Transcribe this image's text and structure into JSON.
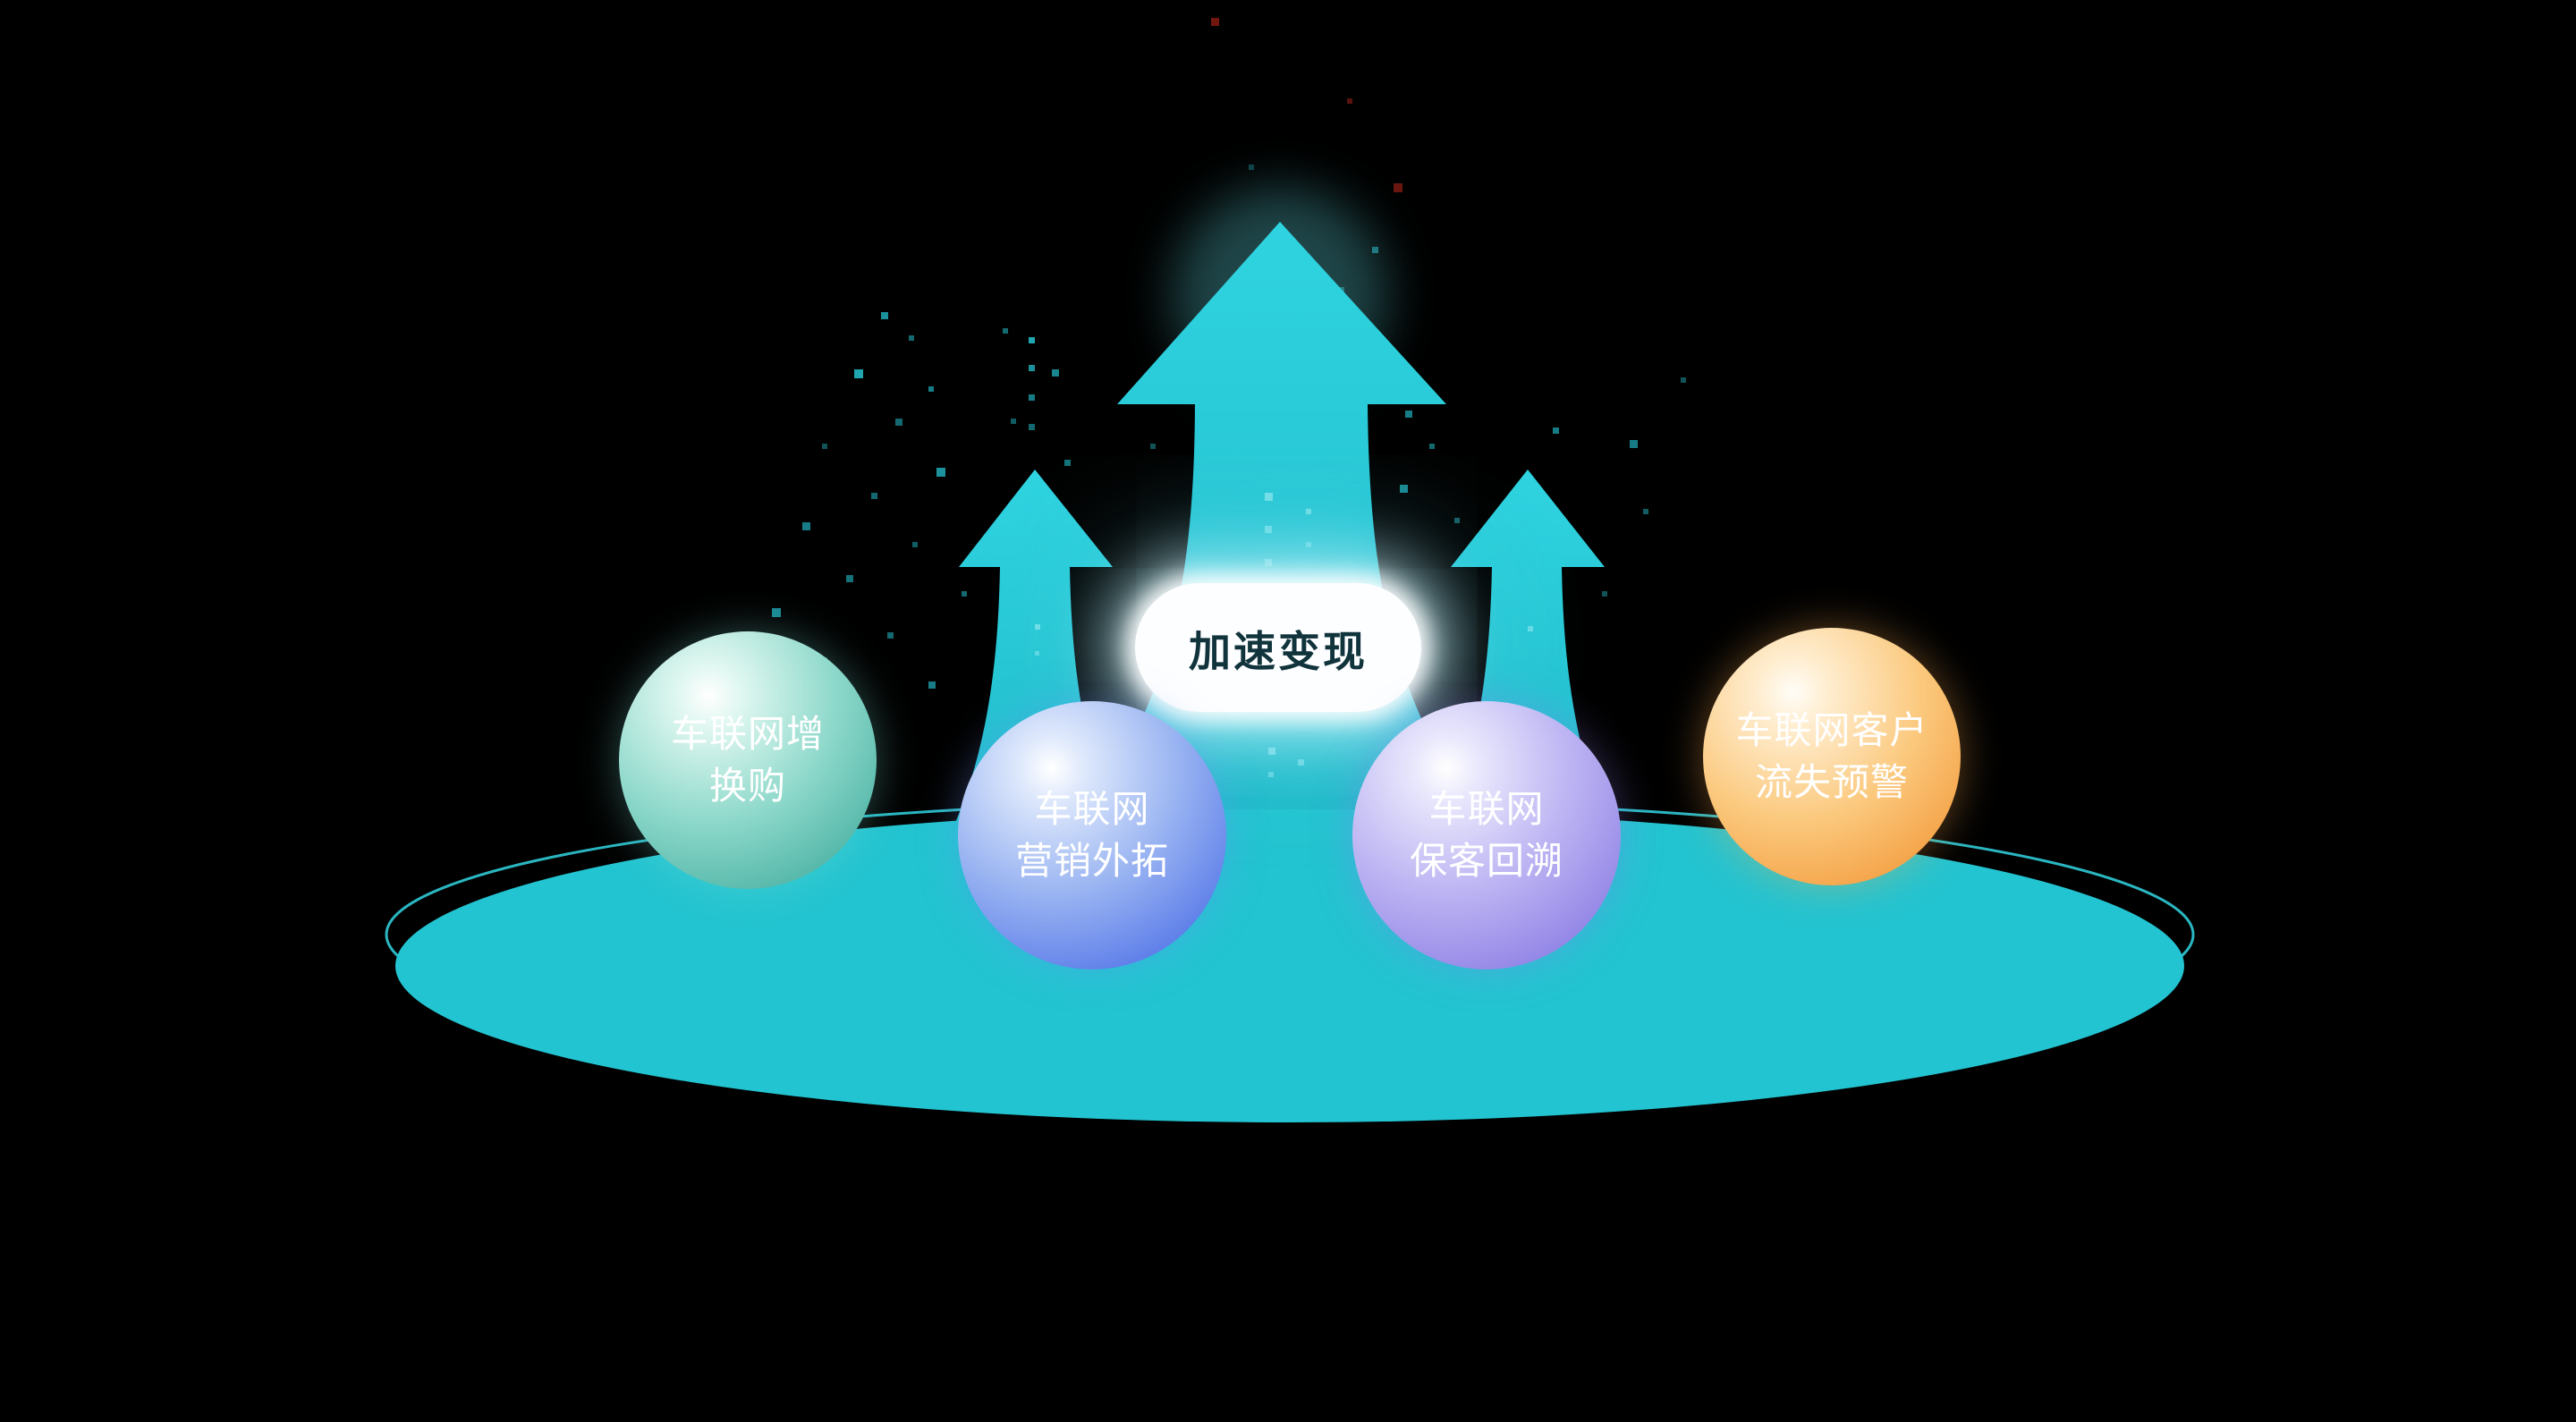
{
  "diagram": {
    "center_label": "加速变现",
    "spheres": [
      {
        "line1": "车联网增",
        "line2": "换购",
        "color": "#45b2a6"
      },
      {
        "line1": "车联网",
        "line2": "营销外拓",
        "color": "#5571e5"
      },
      {
        "line1": "车联网",
        "line2": "保客回溯",
        "color": "#8b7de4"
      },
      {
        "line1": "车联网客户",
        "line2": "流失预警",
        "color": "#f49c3f"
      }
    ],
    "colors": {
      "background": "#000000",
      "platform": "#23c4d1",
      "arrows": "#27c6d4",
      "capsule_background": "#ffffff",
      "capsule_text": "#11343c"
    }
  }
}
